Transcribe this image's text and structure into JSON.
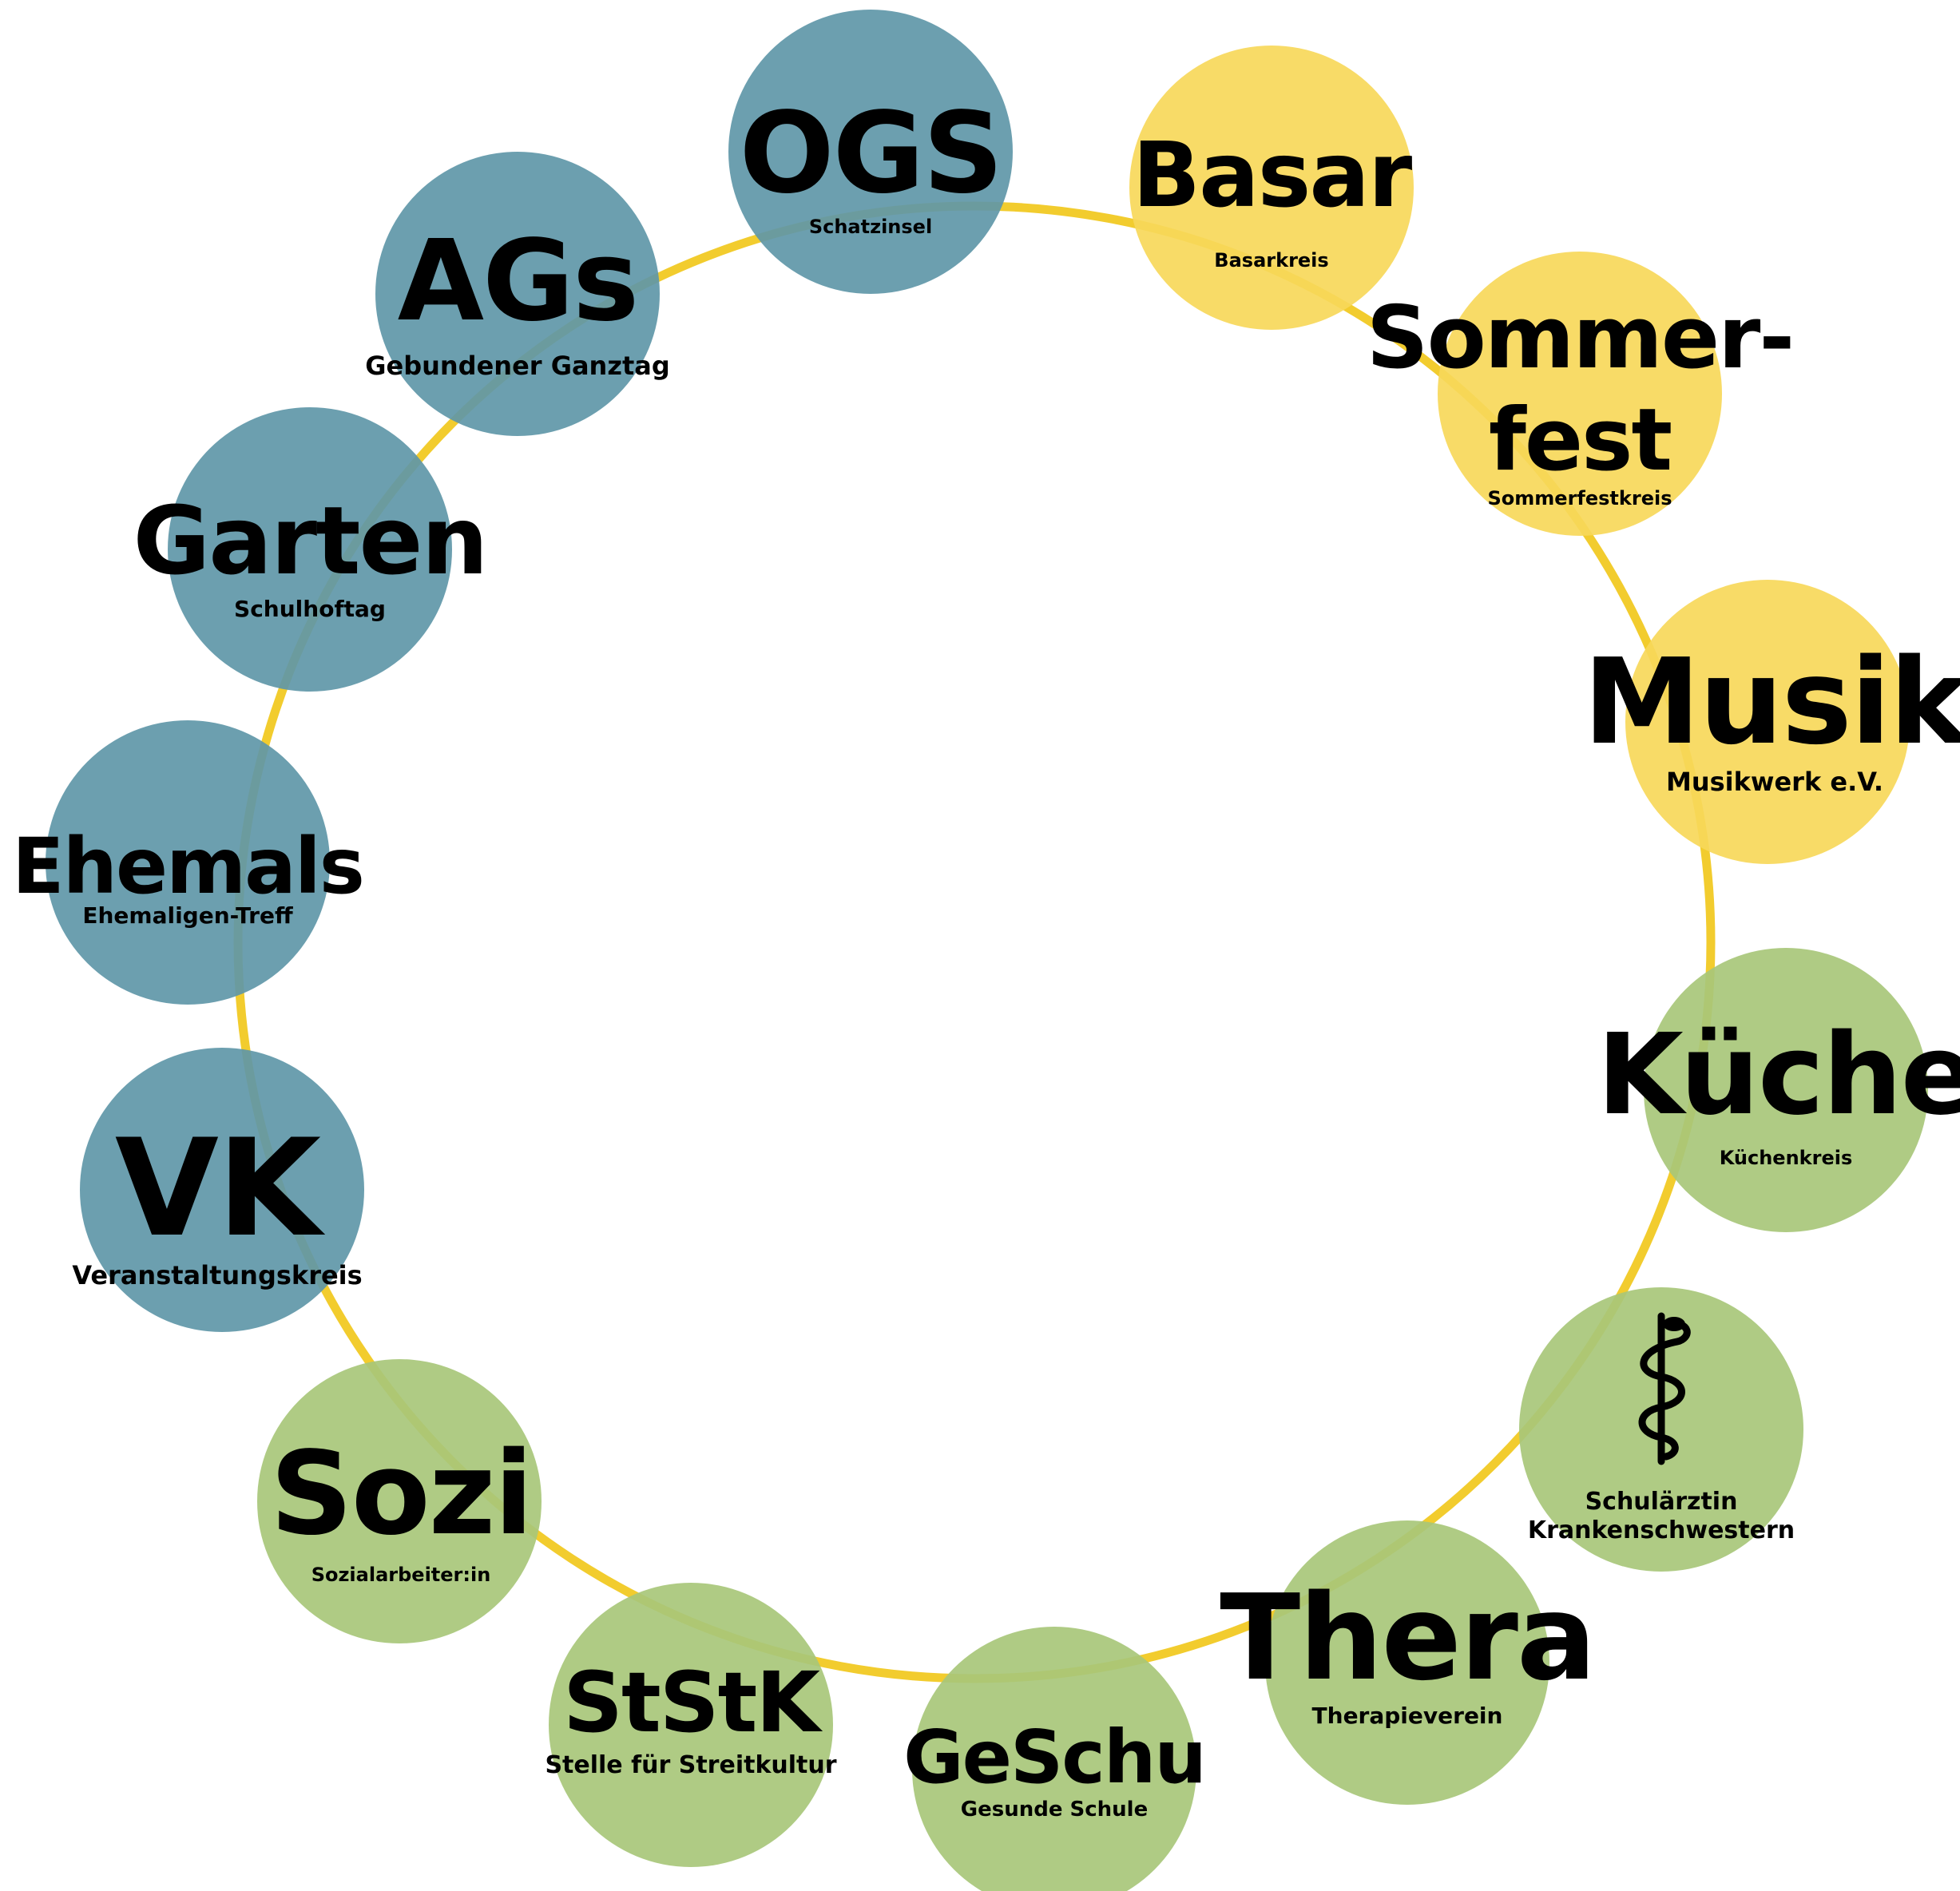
{
  "colors": {
    "ring": "#f2cc2e",
    "teal": "#5f97a8",
    "yellow": "#f7d85a",
    "green": "#a8c77a"
  },
  "nodes": [
    {
      "id": "ogs",
      "title": "OGS",
      "subtitle": "Schatzinsel",
      "color": "teal"
    },
    {
      "id": "basar",
      "title": "Basar",
      "subtitle": "Basarkreis",
      "color": "yellow"
    },
    {
      "id": "ags",
      "title": "AGs",
      "subtitle": "Gebundener Ganztag",
      "color": "teal"
    },
    {
      "id": "sommerfest",
      "title": "Sommer-",
      "title2": "fest",
      "subtitle": "Sommerfestkreis",
      "color": "yellow"
    },
    {
      "id": "garten",
      "title": "Garten",
      "subtitle": "Schulhoftag",
      "color": "teal"
    },
    {
      "id": "musik",
      "title": "Musik",
      "subtitle": "Musikwerk e.V.",
      "color": "yellow"
    },
    {
      "id": "ehemals",
      "title": "Ehemals",
      "subtitle": "Ehemaligen-Treff",
      "color": "teal"
    },
    {
      "id": "kueche",
      "title": "Küche",
      "subtitle": "Küchenkreis",
      "color": "green"
    },
    {
      "id": "vk",
      "title": "VK",
      "subtitle": "Veranstaltungskreis",
      "color": "teal"
    },
    {
      "id": "schularzt",
      "icon": "caduceus-icon",
      "subtitle": "Schulärztin",
      "subtitle2": "Krankenschwestern",
      "color": "green"
    },
    {
      "id": "sozi",
      "title": "Sozi",
      "subtitle": "Sozialarbeiter:in",
      "color": "green"
    },
    {
      "id": "thera",
      "title": "Thera",
      "subtitle": "Therapieverein",
      "color": "green"
    },
    {
      "id": "ststk",
      "title": "StStK",
      "subtitle": "Stelle für Streitkultur",
      "color": "green"
    },
    {
      "id": "geschu",
      "title": "GeSchu",
      "subtitle": "Gesunde Schule",
      "color": "green"
    }
  ]
}
